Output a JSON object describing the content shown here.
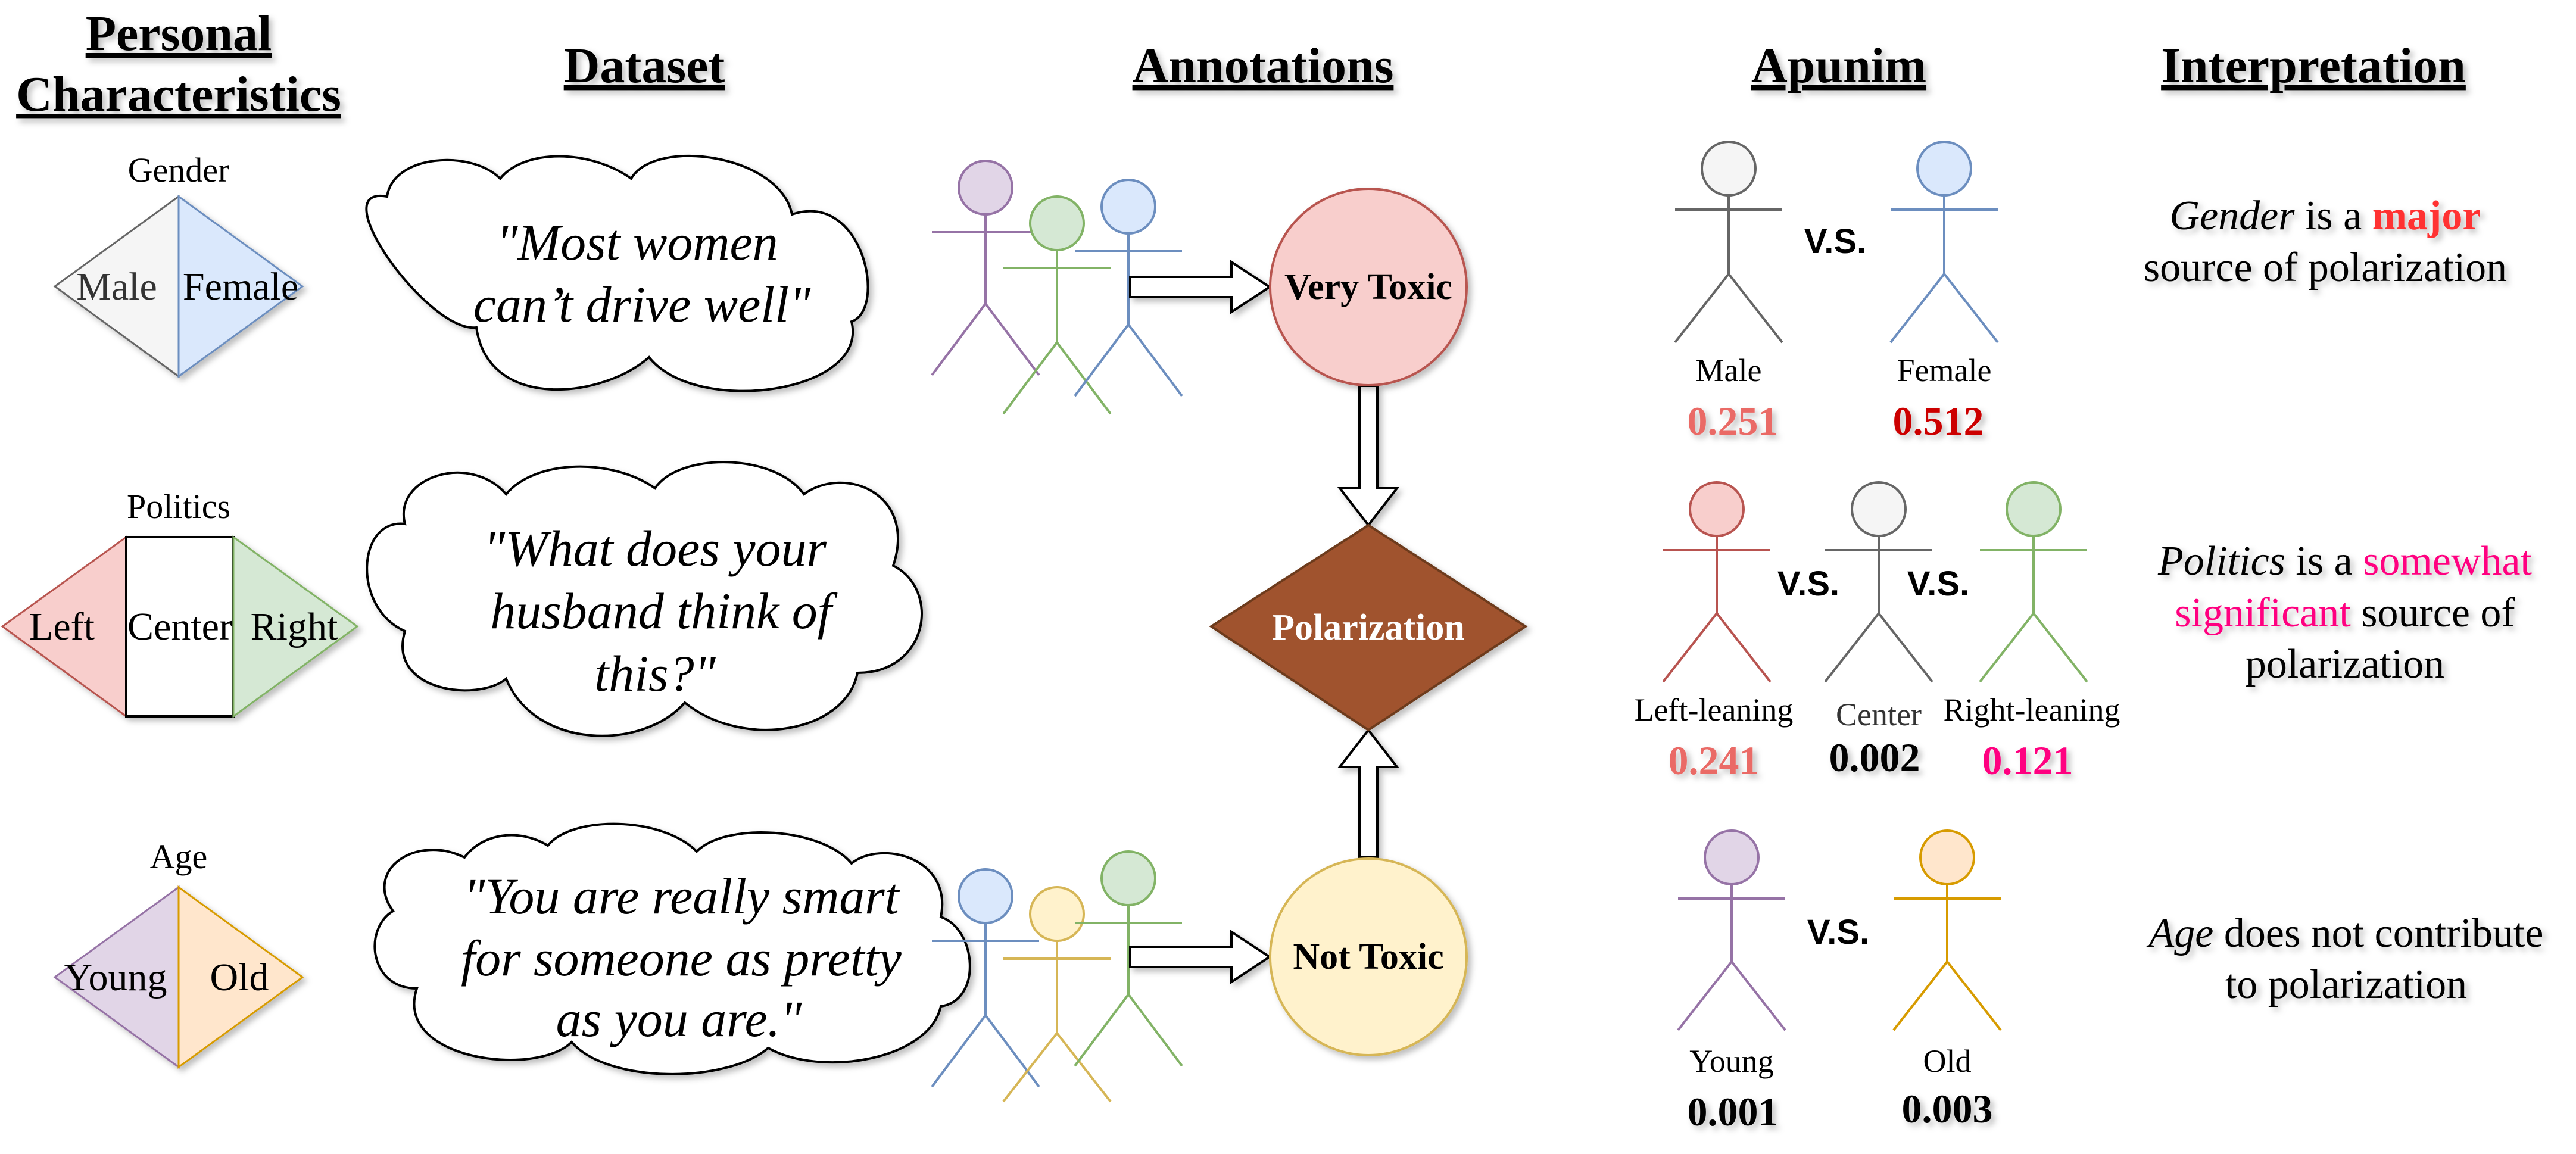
{
  "headers": {
    "personal_line1": "Personal",
    "personal_line2": "Characteristics",
    "dataset": "Dataset",
    "annotations": "Annotations",
    "apunim": "Apunim",
    "interpretation": "Interpretation"
  },
  "characteristics": {
    "gender": {
      "label": "Gender",
      "left": "Male",
      "right": "Female"
    },
    "politics": {
      "label": "Politics",
      "left": "Left",
      "center": "Center",
      "right": "Right"
    },
    "age": {
      "label": "Age",
      "left": "Young",
      "right": "Old"
    }
  },
  "dataset": {
    "s1_line1": "\"Most women",
    "s1_line2": "can’t drive well\"",
    "s2_line1": "\"What does your",
    "s2_line2": "husband think of",
    "s2_line3": "this?\"",
    "s3_line1": "\"You are really smart",
    "s3_line2": "for someone as pretty",
    "s3_line3": "as you are.\""
  },
  "annotations": {
    "very_toxic": "Very Toxic",
    "polarization": "Polarization",
    "not_toxic": "Not Toxic"
  },
  "apunim": {
    "vs": "V.S.",
    "gender": {
      "left_label": "Male",
      "left_value": "0.251",
      "right_label": "Female",
      "right_value": "0.512"
    },
    "politics": {
      "left_label": "Left-leaning",
      "left_value": "0.241",
      "center_label": "Center",
      "center_value": "0.002",
      "right_label": "Right-leaning",
      "right_value": "0.121"
    },
    "age": {
      "left_label": "Young",
      "left_value": "0.001",
      "right_label": "Old",
      "right_value": "0.003"
    }
  },
  "interpretation": {
    "gender_subject": "Gender",
    "gender_mid": " is a ",
    "gender_level": "major",
    "gender_line2": "source of polarization",
    "politics_subject": "Politics",
    "politics_mid": " is a ",
    "politics_level1": "somewhat",
    "politics_level2": "significant",
    "politics_tail": " source of",
    "politics_line3": "polarization",
    "age_subject": "Age",
    "age_tail": " does not contribute",
    "age_line2": "to polarization"
  },
  "colors": {
    "gray_fill": "#f5f5f5",
    "gray_stroke": "#666666",
    "blue_fill": "#dae8fc",
    "blue_stroke": "#6c8ebf",
    "red_fill": "#f8cecc",
    "red_stroke": "#b85450",
    "green_fill": "#d5e8d4",
    "green_stroke": "#82b366",
    "purple_fill": "#e1d5e7",
    "purple_stroke": "#9673a6",
    "yellow_fill": "#fff2cc",
    "yellow_stroke": "#d6b656",
    "orange_fill": "#ffe6cc",
    "orange_stroke": "#d79b00",
    "polarization_fill": "#a0522d",
    "value_light_red": "#ea6b66",
    "value_dark_red": "#cc0000",
    "value_pink": "#ff0080",
    "major_red": "#ff3333"
  }
}
